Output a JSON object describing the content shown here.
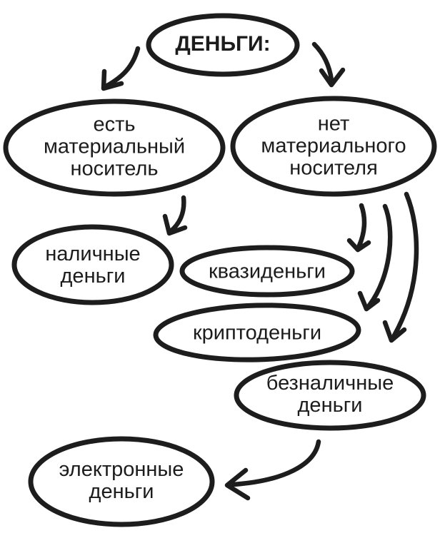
{
  "diagram": {
    "background_color": "#ffffff",
    "ink_color": "#1d1d1d",
    "nodes": [
      {
        "id": "money",
        "label": "ДЕНЬГИ:"
      },
      {
        "id": "has-material-carrier",
        "label": "есть\nматериальный\nноситель"
      },
      {
        "id": "no-material-carrier",
        "label": "нет\nматериального\nносителя"
      },
      {
        "id": "cash-money",
        "label": "наличные\nденьги"
      },
      {
        "id": "quasi-money",
        "label": "квазиденьги"
      },
      {
        "id": "crypto-money",
        "label": "криптоденьги"
      },
      {
        "id": "cashless-money",
        "label": "безналичные\nденьги"
      },
      {
        "id": "electronic-money",
        "label": "электронные\nденьги"
      }
    ],
    "edges": [
      {
        "from": "money",
        "to": "has-material-carrier"
      },
      {
        "from": "money",
        "to": "no-material-carrier"
      },
      {
        "from": "has-material-carrier",
        "to": "cash-money"
      },
      {
        "from": "no-material-carrier",
        "to": "quasi-money"
      },
      {
        "from": "no-material-carrier",
        "to": "crypto-money"
      },
      {
        "from": "no-material-carrier",
        "to": "cashless-money"
      },
      {
        "from": "cashless-money",
        "to": "electronic-money"
      }
    ]
  }
}
